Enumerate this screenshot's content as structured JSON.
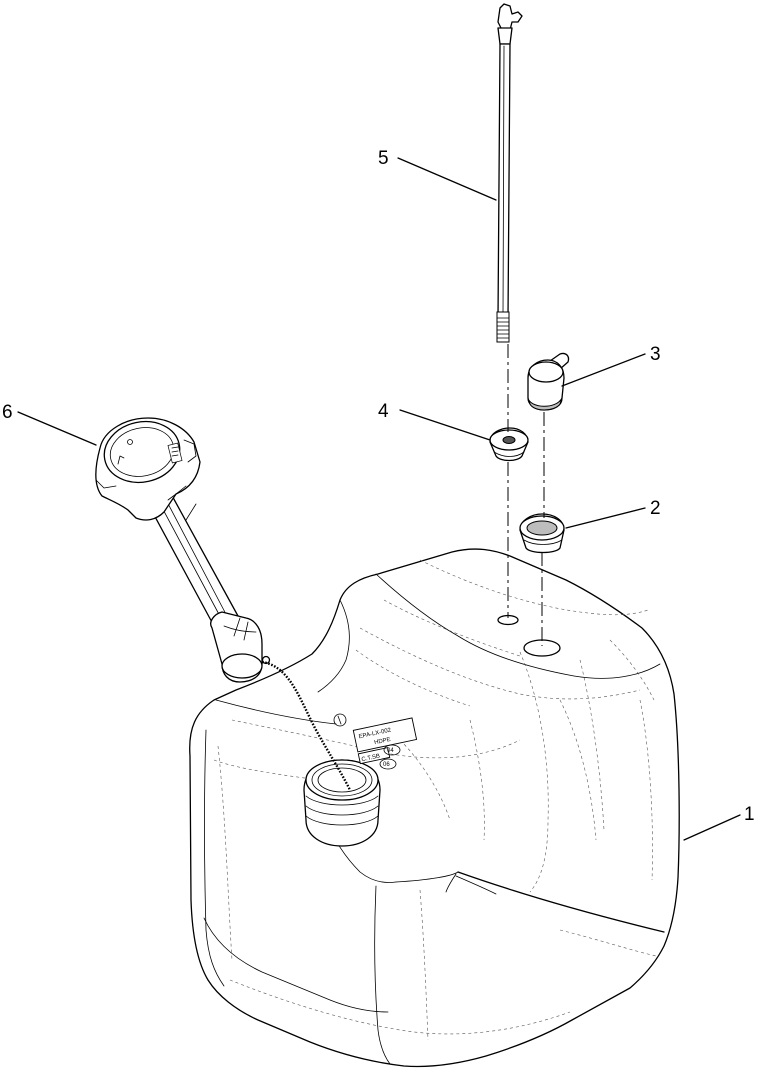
{
  "callouts": [
    {
      "id": "1",
      "label": "1",
      "part": "fuel-tank"
    },
    {
      "id": "2",
      "label": "2",
      "part": "bushing"
    },
    {
      "id": "3",
      "label": "3",
      "part": "fuel-fitting"
    },
    {
      "id": "4",
      "label": "4",
      "part": "grommet"
    },
    {
      "id": "5",
      "label": "5",
      "part": "fuel-pickup-tube"
    },
    {
      "id": "6",
      "label": "6",
      "part": "fuel-cap-with-gauge"
    }
  ],
  "tank_decal": {
    "line1": "EPA-LX-002",
    "line2": "HDPE",
    "badge": "C.T.SB",
    "small1": "04",
    "small2": "06"
  }
}
